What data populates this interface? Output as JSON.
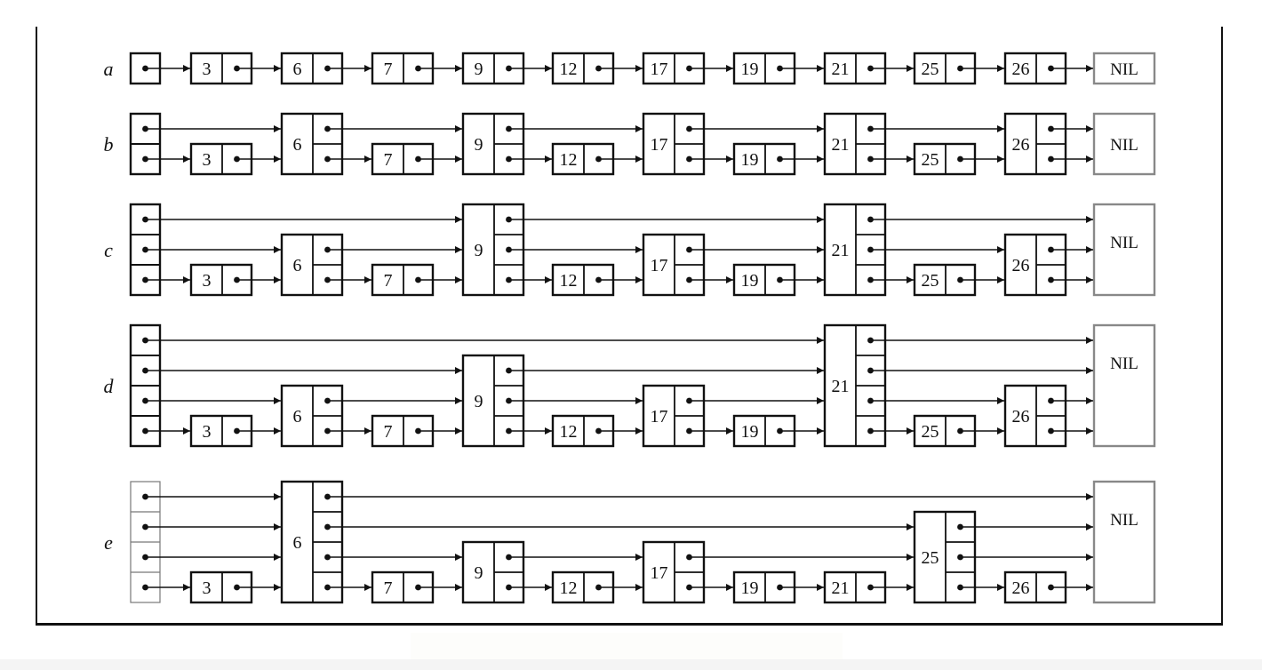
{
  "colors": {
    "ink": "#111111",
    "nil_border": "#888888",
    "header_e_border": "#777777",
    "background": "#ffffff"
  },
  "diagram": {
    "nil_label": "NIL",
    "keys": [
      3,
      6,
      7,
      9,
      12,
      17,
      19,
      21,
      25,
      26
    ],
    "rows": [
      {
        "label": "a",
        "header_levels": 1,
        "nodes": [
          {
            "key": "3",
            "levels": 1
          },
          {
            "key": "6",
            "levels": 1
          },
          {
            "key": "7",
            "levels": 1
          },
          {
            "key": "9",
            "levels": 1
          },
          {
            "key": "12",
            "levels": 1
          },
          {
            "key": "17",
            "levels": 1
          },
          {
            "key": "19",
            "levels": 1
          },
          {
            "key": "21",
            "levels": 1
          },
          {
            "key": "25",
            "levels": 1
          },
          {
            "key": "26",
            "levels": 1
          }
        ]
      },
      {
        "label": "b",
        "header_levels": 2,
        "nodes": [
          {
            "key": "3",
            "levels": 1
          },
          {
            "key": "6",
            "levels": 2
          },
          {
            "key": "7",
            "levels": 1
          },
          {
            "key": "9",
            "levels": 2
          },
          {
            "key": "12",
            "levels": 1
          },
          {
            "key": "17",
            "levels": 2
          },
          {
            "key": "19",
            "levels": 1
          },
          {
            "key": "21",
            "levels": 2
          },
          {
            "key": "25",
            "levels": 1
          },
          {
            "key": "26",
            "levels": 2
          }
        ]
      },
      {
        "label": "c",
        "header_levels": 3,
        "nodes": [
          {
            "key": "3",
            "levels": 1
          },
          {
            "key": "6",
            "levels": 2
          },
          {
            "key": "7",
            "levels": 1
          },
          {
            "key": "9",
            "levels": 3
          },
          {
            "key": "12",
            "levels": 1
          },
          {
            "key": "17",
            "levels": 2
          },
          {
            "key": "19",
            "levels": 1
          },
          {
            "key": "21",
            "levels": 3
          },
          {
            "key": "25",
            "levels": 1
          },
          {
            "key": "26",
            "levels": 2
          }
        ]
      },
      {
        "label": "d",
        "header_levels": 4,
        "nodes": [
          {
            "key": "3",
            "levels": 1
          },
          {
            "key": "6",
            "levels": 2
          },
          {
            "key": "7",
            "levels": 1
          },
          {
            "key": "9",
            "levels": 3
          },
          {
            "key": "12",
            "levels": 1
          },
          {
            "key": "17",
            "levels": 2
          },
          {
            "key": "19",
            "levels": 1
          },
          {
            "key": "21",
            "levels": 4
          },
          {
            "key": "25",
            "levels": 1
          },
          {
            "key": "26",
            "levels": 2
          }
        ]
      },
      {
        "label": "e",
        "header_levels": 4,
        "nodes": [
          {
            "key": "3",
            "levels": 1
          },
          {
            "key": "6",
            "levels": 4
          },
          {
            "key": "7",
            "levels": 1
          },
          {
            "key": "9",
            "levels": 2
          },
          {
            "key": "12",
            "levels": 1
          },
          {
            "key": "17",
            "levels": 2
          },
          {
            "key": "19",
            "levels": 1
          },
          {
            "key": "21",
            "levels": 1
          },
          {
            "key": "25",
            "levels": 3
          },
          {
            "key": "26",
            "levels": 1
          }
        ]
      }
    ]
  }
}
